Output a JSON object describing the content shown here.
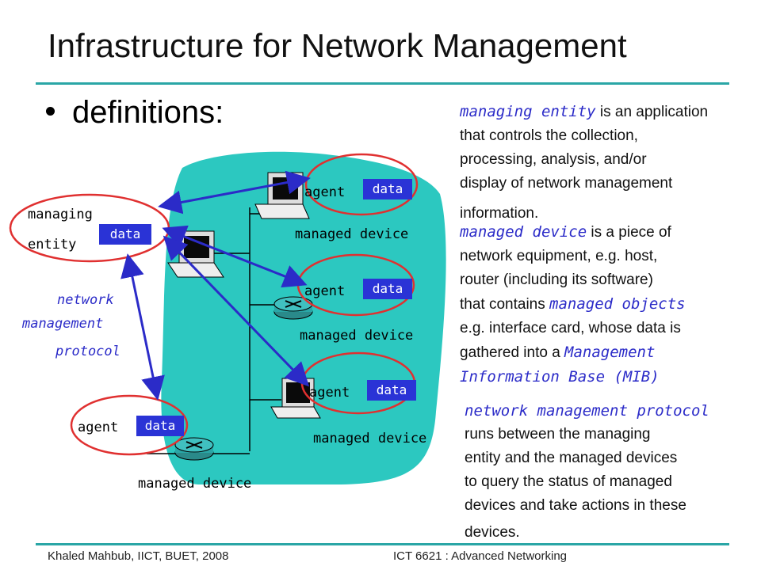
{
  "title": "Infrastructure for Network Management",
  "bullet": "definitions:",
  "diagram": {
    "managing_entity": {
      "line1": "managing",
      "line2": "entity",
      "data": "data"
    },
    "agent_label": "agent",
    "data_label": "data",
    "managed_device_label": "managed device",
    "protocol_label": {
      "line1": "network",
      "line2": "management",
      "line3": "protocol"
    }
  },
  "definitions": {
    "managing_entity": {
      "term": "managing entity",
      "rest_line1": " is an application",
      "line2": "that controls the collection,",
      "line3": "processing, analysis, and/or",
      "line4": "display of network management",
      "line5": "information."
    },
    "managed_device": {
      "term": "managed device",
      "rest_line1": " is a piece of",
      "line2": "network equipment, e.g. host,",
      "line3": "router  (including its software)",
      "line4_pre": "that contains ",
      "line4_term": "managed objects",
      "line5": "e.g. interface card, whose data is",
      "line6_pre": "gathered into a ",
      "line6_term": "Management",
      "line7_term": "Information Base (MIB)"
    },
    "protocol": {
      "term": "network management protocol",
      "line2": "runs between the managing",
      "line3": "entity and the managed devices",
      "line4": "to query the status of managed",
      "line5": "devices and take actions in these",
      "line6": "devices."
    }
  },
  "footer": {
    "left": "Khaled Mahbub, IICT, BUET, 2008",
    "right": "ICT 6621 : Advanced Networking"
  },
  "colors": {
    "accent": "#2aa6a6",
    "cloud": "#2cc8c0",
    "ellipse": "#e03030",
    "data_box": "#2a33d6",
    "arrow": "#2b2bc8",
    "term": "#2b2bc8"
  }
}
